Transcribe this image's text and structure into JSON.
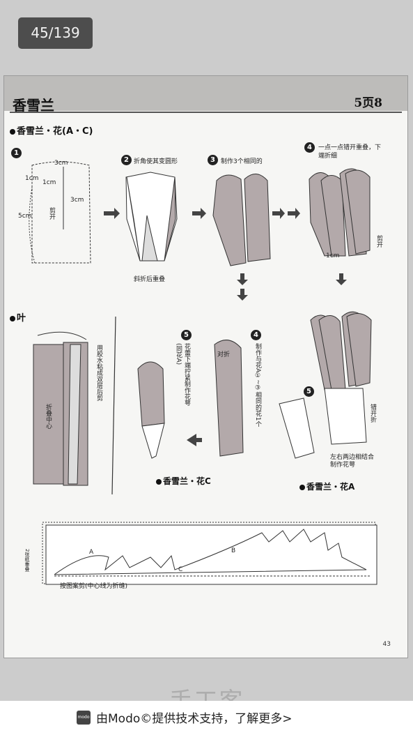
{
  "viewer": {
    "page_counter": "45/139"
  },
  "page": {
    "title": "香雪兰",
    "chapter": "5页8",
    "page_number": "43",
    "section_flower": "香雪兰・花(A・C)",
    "section_leaf": "叶",
    "labels": {
      "step1": "1",
      "step2_text": "折角使其变圆形",
      "step3_text": "制作3个相同的",
      "step4_text": "一点一点错开重叠，下端折细",
      "dim_3cm_top": "3cm",
      "dim_1cm_a": "1cm",
      "dim_1cm_b": "1cm",
      "dim_3cm_mid": "3cm",
      "dim_5cm": "5cm",
      "cut_open": "剪开",
      "dim_1cm_c": "1cm",
      "cut_open_right": "剪开",
      "diagonal_overlap": "斜折后重叠",
      "leaf_glue": "用胶水粘成双层后剪",
      "fold_center": "折叠中心",
      "step5c_text": "花蕾下端拧紧制作花萼",
      "step5c_sub": "(同花A)",
      "fold_half": "对折",
      "step4c_text": "制作与花A①~③相同的花1个",
      "stagger_fold": "错开折",
      "combine": "左右两边相结合制作花萼",
      "label_a": "A",
      "label_b": "B",
      "label_c": "C",
      "pattern_note": "按图案剪(中心线为折缝)",
      "strip_note": "2张纸重叠",
      "step2": "2",
      "step3": "3",
      "step4": "4",
      "step5_c": "5",
      "step4_c": "4",
      "step5_a": "5"
    },
    "flower_c": "香雪兰・花C",
    "flower_a": "香雪兰・花A"
  },
  "footer": {
    "watermark": "手工客",
    "logo": "modo",
    "link_text": "由Modo©提供技术支持，了解更多>"
  }
}
